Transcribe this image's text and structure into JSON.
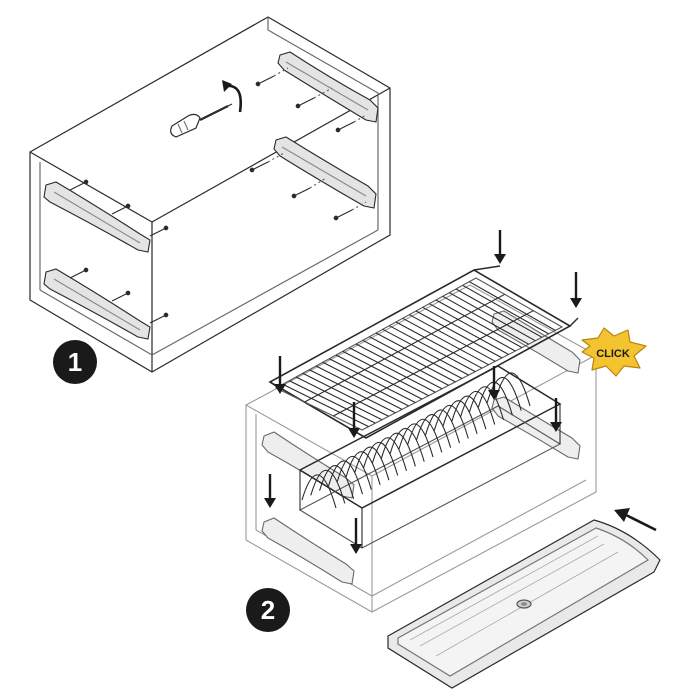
{
  "steps": [
    {
      "number": "1"
    },
    {
      "number": "2"
    }
  ],
  "click_label": "CLICK",
  "colors": {
    "line": "#2a2a2a",
    "light_line": "#9a9a9a",
    "badge_fill": "#1a1a1a",
    "badge_text": "#ffffff",
    "burst_fill": "#f4c430",
    "burst_stroke": "#b8860b",
    "bracket_fill": "#e4e4e4",
    "tray_fill": "#e9e9e9"
  },
  "icons": [
    "screwdriver-icon",
    "rotate-arrow-icon",
    "down-arrow-icon",
    "insert-arrow-icon",
    "screw-icon"
  ]
}
